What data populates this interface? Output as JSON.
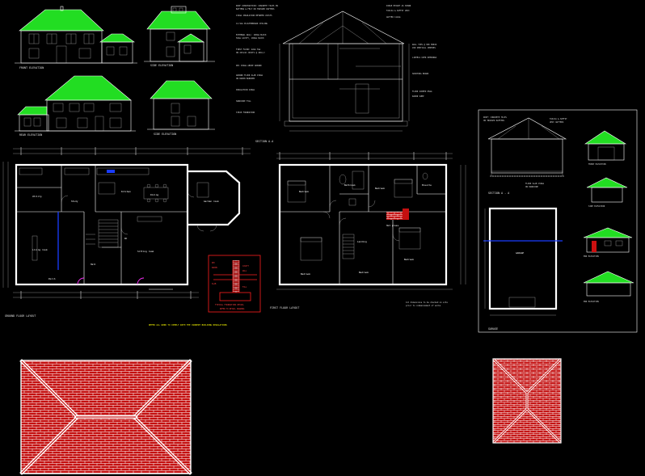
{
  "drawing": {
    "background": "#000000",
    "colors": {
      "roof_green": "#22dd22",
      "lines": "#ffffff",
      "brick_red": "#cc1010",
      "detail_red": "#ff2020",
      "dimension_blue": "#1a3cff",
      "door_swing_magenta": "#ff33ff"
    }
  },
  "elevations": {
    "front_label": "FRONT ELEVATION",
    "side_label": "SIDE ELEVATION",
    "rear_label": "REAR ELEVATION",
    "side2_label": "SIDE ELEVATION"
  },
  "section": {
    "title": "SECTION A-A"
  },
  "ground_floor": {
    "title": "GROUND FLOOR LAYOUT",
    "rooms": [
      "Utility",
      "Kitchen",
      "Dining",
      "Living room",
      "Sitting room",
      "Hall",
      "Garden room",
      "Study",
      "WC",
      "Porch"
    ]
  },
  "first_floor": {
    "title": "FIRST FLOOR LAYOUT",
    "rooms": [
      "Bedroom",
      "Bathroom",
      "Ensuite",
      "Bedroom",
      "Bedroom",
      "Landing",
      "Bedroom",
      "Hot press"
    ]
  },
  "detail": {
    "caption": "TYPICAL FOUNDATION DETAIL",
    "note": "REFER TO DETAIL DRAWING"
  },
  "notes": {
    "bottom_center": "REFER ALL WORK TO COMPLY WITH THE CURRENT BUILDING REGULATIONS",
    "bottom_right_1": "All dimensions to be checked on site",
    "bottom_right_2": "prior to commencement of works"
  },
  "garage": {
    "section_title": "SECTION A - A",
    "plan_title": "GARAGE",
    "room": "GARAGE",
    "front": "FRONT ELEVATION",
    "side": "SIDE ELEVATION",
    "end1": "END ELEVATION",
    "end2": "END ELEVATION"
  }
}
